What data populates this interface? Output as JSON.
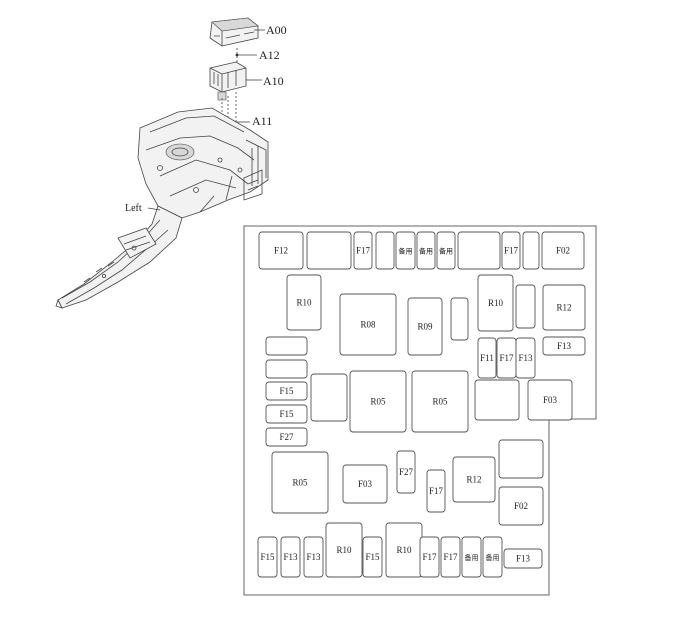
{
  "callouts": {
    "a00": "A00",
    "a12": "A12",
    "a10": "A10",
    "a11": "A11",
    "left": "Left"
  },
  "fusebox": {
    "slots": [
      {
        "label": "F12"
      },
      {
        "label": ""
      },
      {
        "label": "F17"
      },
      {
        "label": ""
      },
      {
        "label": "备用"
      },
      {
        "label": "备用"
      },
      {
        "label": "备用"
      },
      {
        "label": ""
      },
      {
        "label": "F17"
      },
      {
        "label": ""
      },
      {
        "label": "F02"
      },
      {
        "label": "R10"
      },
      {
        "label": "R08"
      },
      {
        "label": "R09"
      },
      {
        "label": ""
      },
      {
        "label": "R10"
      },
      {
        "label": ""
      },
      {
        "label": "R12"
      },
      {
        "label": ""
      },
      {
        "label": ""
      },
      {
        "label": "F11"
      },
      {
        "label": "F17"
      },
      {
        "label": "F13"
      },
      {
        "label": "F13"
      },
      {
        "label": "F15"
      },
      {
        "label": "F15"
      },
      {
        "label": "F27"
      },
      {
        "label": ""
      },
      {
        "label": "R05"
      },
      {
        "label": "R05"
      },
      {
        "label": ""
      },
      {
        "label": "F03"
      },
      {
        "label": "R05"
      },
      {
        "label": "F03"
      },
      {
        "label": "F27"
      },
      {
        "label": "F17"
      },
      {
        "label": "R12"
      },
      {
        "label": ""
      },
      {
        "label": "F02"
      },
      {
        "label": "F15"
      },
      {
        "label": "F13"
      },
      {
        "label": "F13"
      },
      {
        "label": "R10"
      },
      {
        "label": "F15"
      },
      {
        "label": "R10"
      },
      {
        "label": "F17"
      },
      {
        "label": "F17"
      },
      {
        "label": "备用"
      },
      {
        "label": "备用"
      },
      {
        "label": "F13"
      }
    ]
  }
}
